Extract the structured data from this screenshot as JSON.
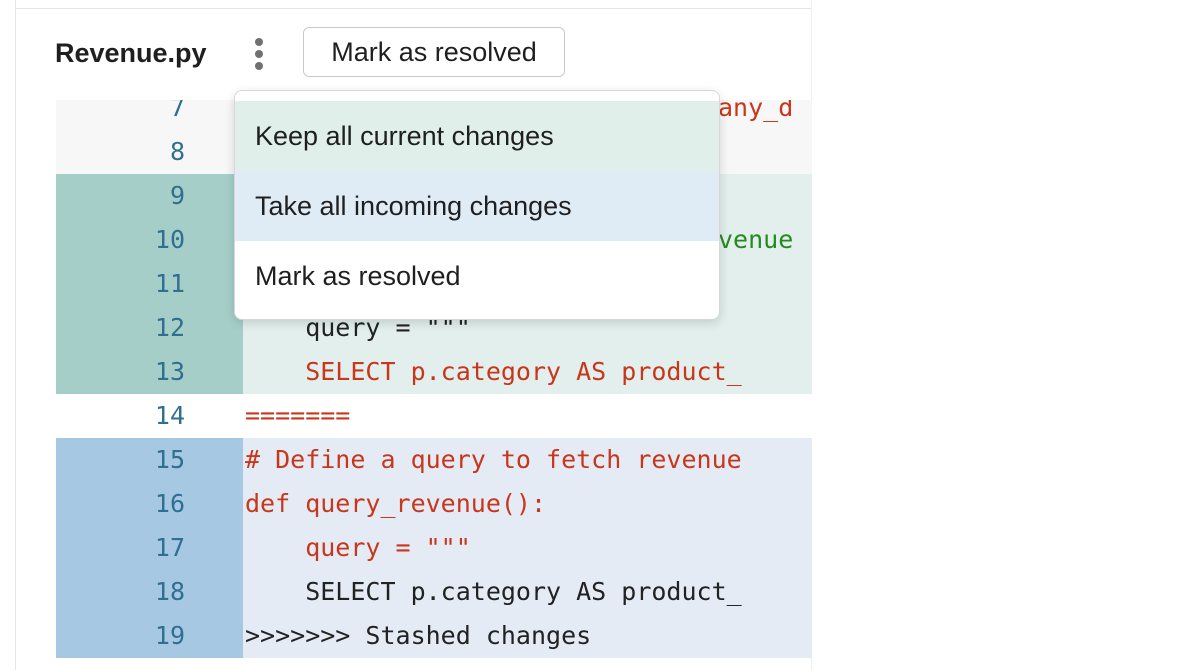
{
  "header": {
    "file_name": "Revenue.py",
    "more_icon": "vertical-ellipsis-icon",
    "resolve_button_label": "Mark as resolved"
  },
  "menu": {
    "items": [
      {
        "label": "Keep all current changes"
      },
      {
        "label": "Take all incoming changes"
      },
      {
        "label": "Mark as resolved"
      }
    ]
  },
  "editor": {
    "lines": [
      {
        "number": "7",
        "code": "",
        "peek": "any_d"
      },
      {
        "number": "8",
        "code": ""
      },
      {
        "number": "9",
        "code": ""
      },
      {
        "number": "10",
        "code": "",
        "peek": "venue"
      },
      {
        "number": "11",
        "code": ""
      },
      {
        "number": "12",
        "code": "    query = \"\"\""
      },
      {
        "number": "13",
        "code": "    SELECT p.category AS product_"
      },
      {
        "number": "14",
        "code": "======="
      },
      {
        "number": "15",
        "code": "# Define a query to fetch revenue"
      },
      {
        "number": "16",
        "code": "def query_revenue():"
      },
      {
        "number": "17",
        "code": "    query = \"\"\""
      },
      {
        "number": "18",
        "code": "    SELECT p.category AS product_"
      },
      {
        "number": "19",
        "code": ">>>>>>> Stashed changes"
      }
    ]
  },
  "colors": {
    "current_gutter": "#a6cec9",
    "current_bg": "#e2efec",
    "incoming_gutter": "#a7c8e3",
    "incoming_bg": "#e4ebf5",
    "string_red": "#c8361b",
    "comment_green": "#258a20"
  }
}
